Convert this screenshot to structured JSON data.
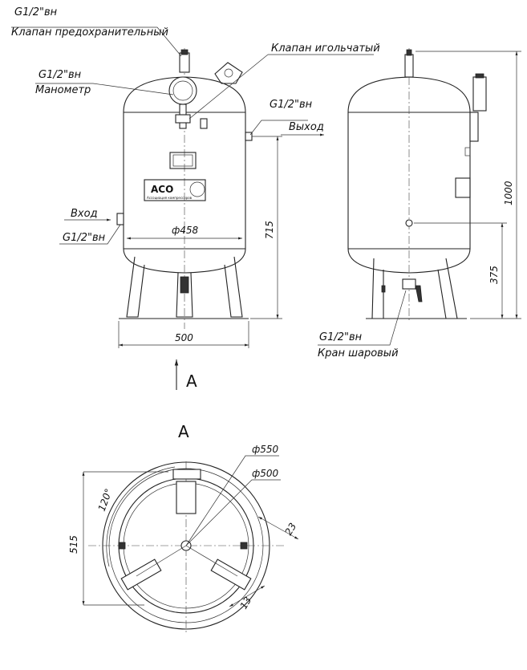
{
  "callouts": {
    "safety_thread": "G1/2\"вн",
    "safety_valve": "Клапан предохранительный",
    "gauge_thread": "G1/2\"вн",
    "gauge": "Манометр",
    "needle_valve": "Клапан игольчатый",
    "outlet_thread": "G1/2\"вн",
    "outlet": "Выход",
    "inlet": "Вход",
    "inlet_thread": "G1/2\"вн",
    "drain_thread": "G1/2\"вн",
    "ball_valve": "Кран шаровый"
  },
  "dimensions": {
    "diameter_front": "ф458",
    "width_base": "500",
    "height_outlet": "715",
    "height_total": "1000",
    "height_drain": "375",
    "plan_d_outer": "ф550",
    "plan_d_inner": "ф500",
    "plan_depth": "515",
    "plan_angle": "120°",
    "plan_foot_a": "23",
    "plan_foot_b": "13"
  },
  "view": {
    "arrow_label": "A",
    "section_label": "A"
  },
  "brand": {
    "logo_text": "ACO",
    "logo_sub": "Ассоциация компрессоров"
  }
}
